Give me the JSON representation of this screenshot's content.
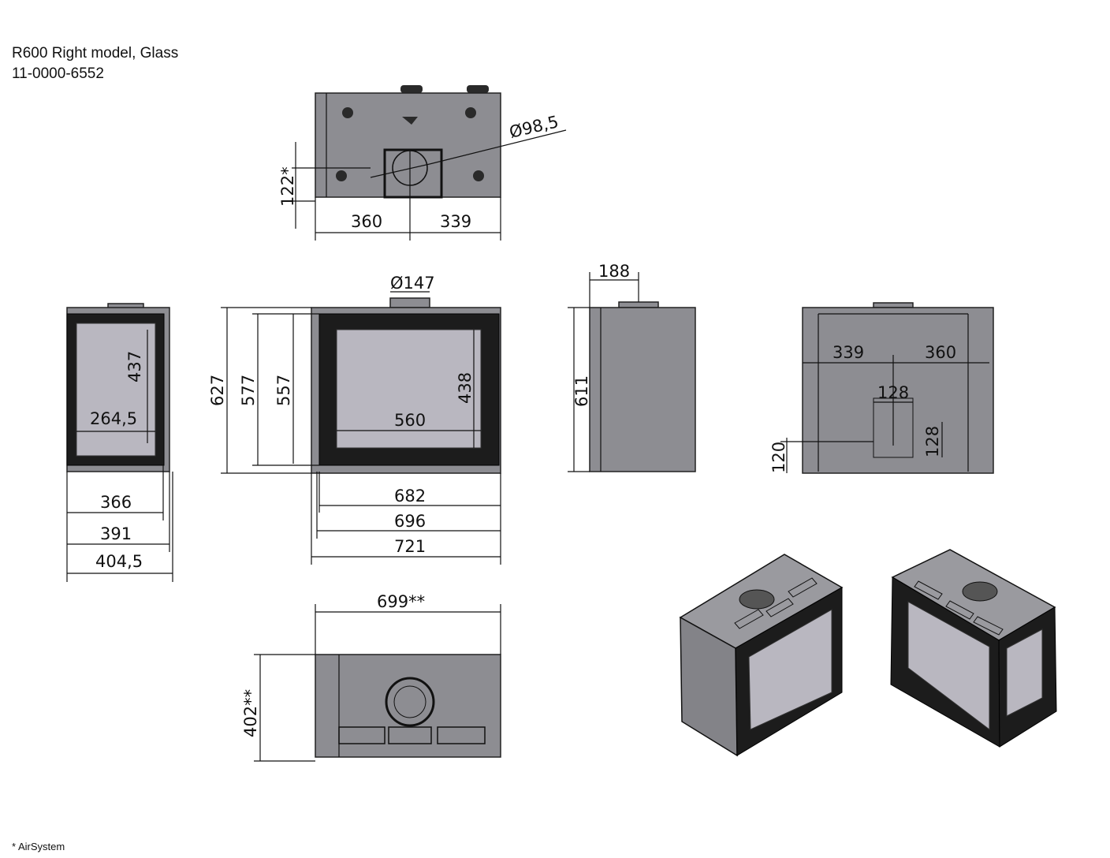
{
  "header": {
    "title": "R600 Right model, Glass",
    "code": "11-0000-6552"
  },
  "footnote": "* AirSystem",
  "views": {
    "top": {
      "flue_diameter": "Ø98,5",
      "depth_marker": "122*",
      "left": "360",
      "right": "339"
    },
    "side_left": {
      "glass_height": "437",
      "glass_width": "264,5",
      "w1": "366",
      "w2": "391",
      "w3": "404,5"
    },
    "front": {
      "collar_diameter": "Ø147",
      "h_outer": "627",
      "h_mid": "577",
      "h_inner": "557",
      "glass_height": "438",
      "glass_width": "560",
      "w1": "682",
      "w2": "696",
      "w3": "721"
    },
    "side_right": {
      "collar_offset": "188",
      "height": "611"
    },
    "back": {
      "left": "339",
      "right": "360",
      "opening_width": "128",
      "opening_height": "128",
      "bottom_offset": "120"
    },
    "bottom": {
      "width": "699**",
      "depth": "402**"
    }
  },
  "colors": {
    "body": "#8d8d92",
    "frame": "#1c1c1c",
    "glass": "#b9b7c0"
  }
}
